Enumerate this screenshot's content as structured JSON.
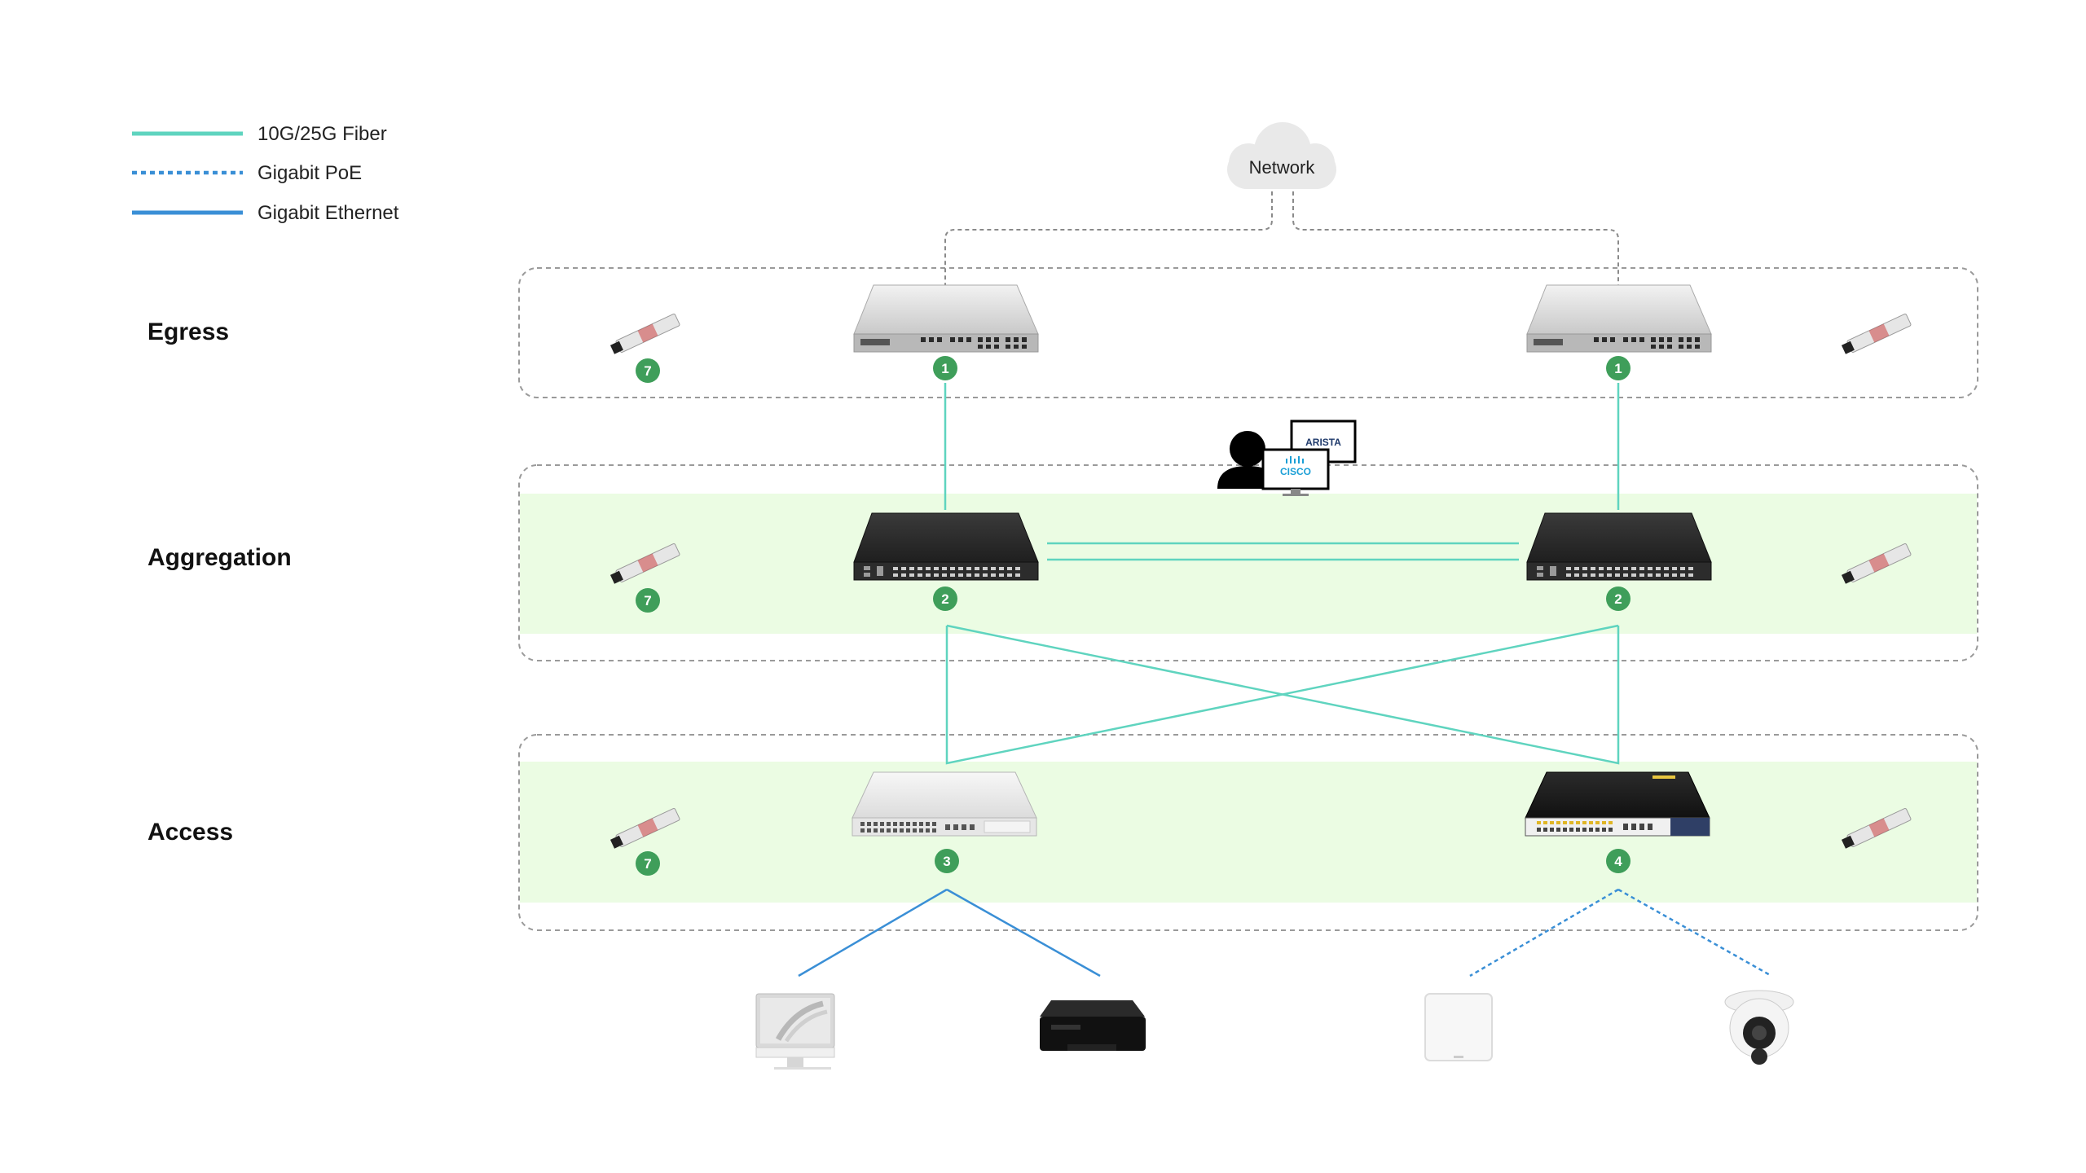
{
  "legend": {
    "fiber_label": "10G/25G Fiber",
    "poe_label": "Gigabit PoE",
    "ethernet_label": "Gigabit Ethernet"
  },
  "colors": {
    "fiber": "#5fd4bf",
    "poe": "#3a8fd6",
    "ethernet": "#3a8fd6",
    "badge": "#3f9e5a",
    "tier_fill": "#ebfce3",
    "box_border": "#9a9a9a"
  },
  "cloud": {
    "label": "Network",
    "icon": "cloud-icon"
  },
  "tiers": {
    "egress": "Egress",
    "aggregation": "Aggregation",
    "access": "Access"
  },
  "badges": {
    "egress_left": "1",
    "egress_right": "1",
    "aggregation_left": "2",
    "aggregation_right": "2",
    "access_left": "3",
    "access_right": "4",
    "transceiver_egress": "7",
    "transceiver_aggregation": "7",
    "transceiver_access": "7"
  },
  "vendors": {
    "top": "ARISTA",
    "bottom": "CISCO"
  },
  "endpoints": [
    "imac-icon",
    "printer-icon",
    "access-point-icon",
    "ip-camera-icon"
  ]
}
